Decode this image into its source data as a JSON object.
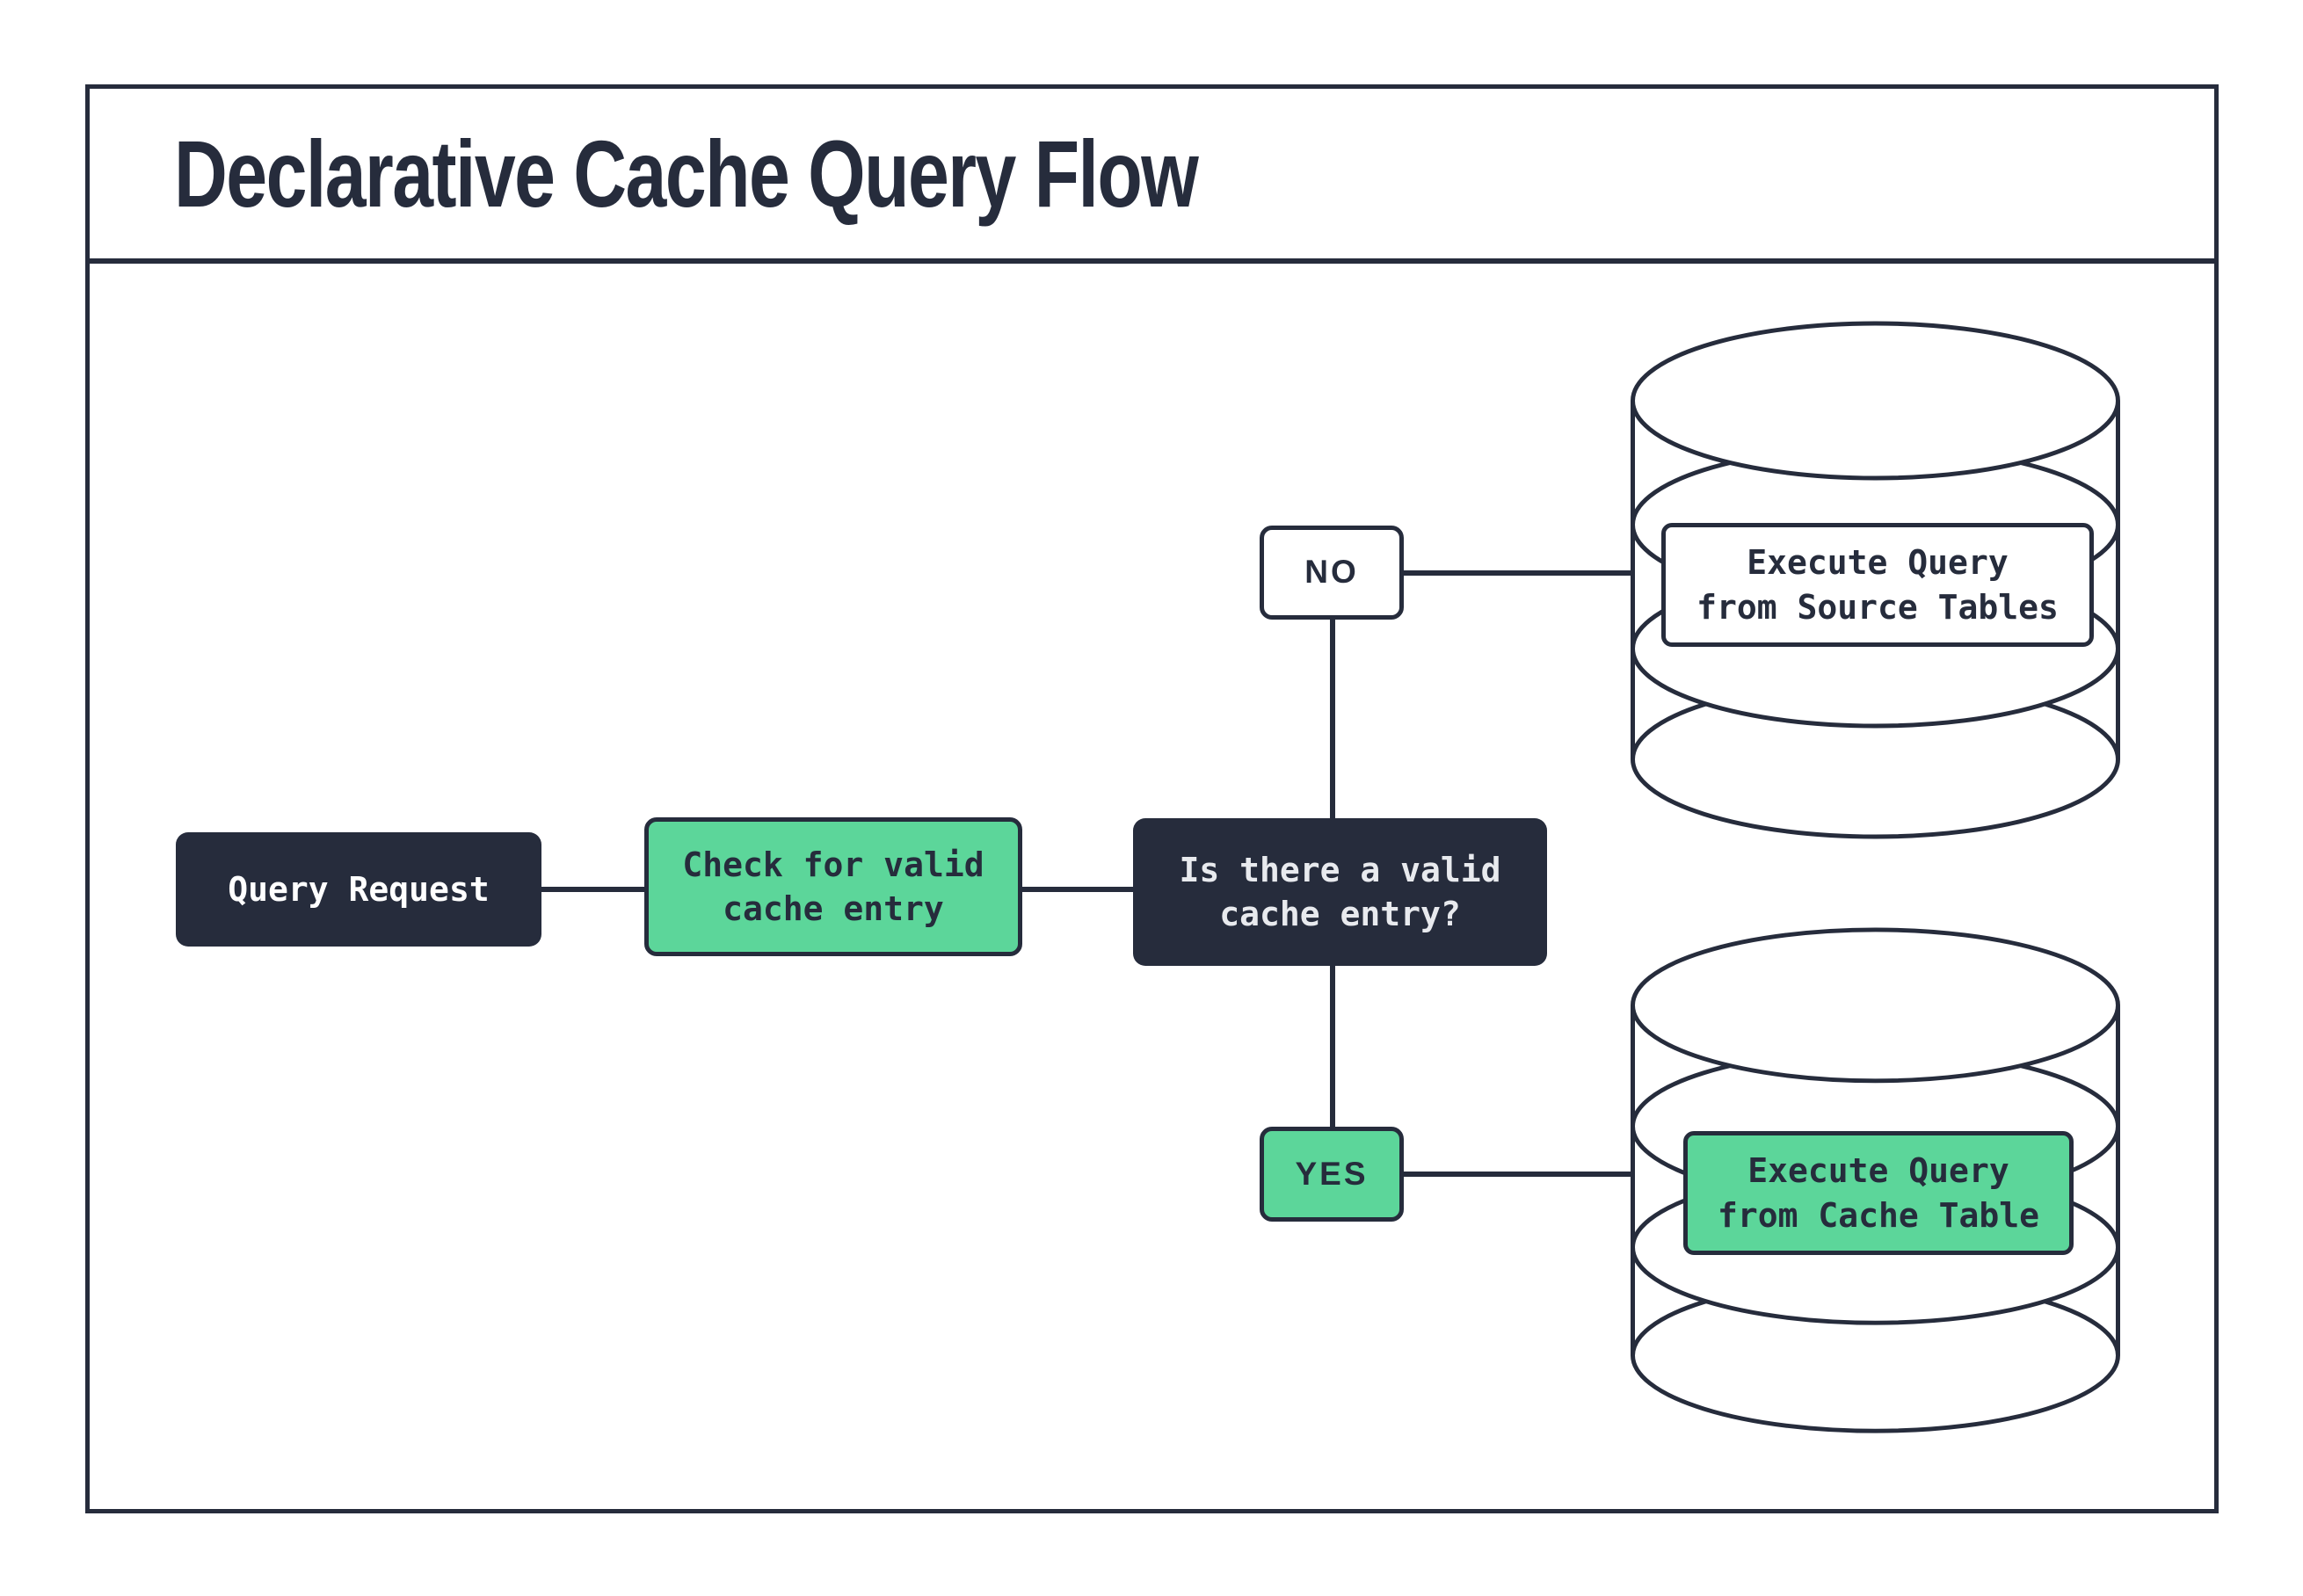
{
  "title": "Declarative Cache Query Flow",
  "colors": {
    "ink": "#262c3c",
    "green": "#5cd69a",
    "paper": "#ffffff",
    "decision_text": "#e8eaee"
  },
  "nodes": {
    "query_request": {
      "label": "Query Request"
    },
    "check_cache": {
      "line1": "Check for valid",
      "line2": "cache entry"
    },
    "decision": {
      "line1": "Is there a valid",
      "line2": "cache entry?"
    },
    "branch_no": {
      "label": "NO"
    },
    "branch_yes": {
      "label": "YES"
    },
    "execute_source": {
      "line1": "Execute Query",
      "line2": "from Source Tables"
    },
    "execute_cache": {
      "line1": "Execute Query",
      "line2": "from Cache Table"
    }
  }
}
